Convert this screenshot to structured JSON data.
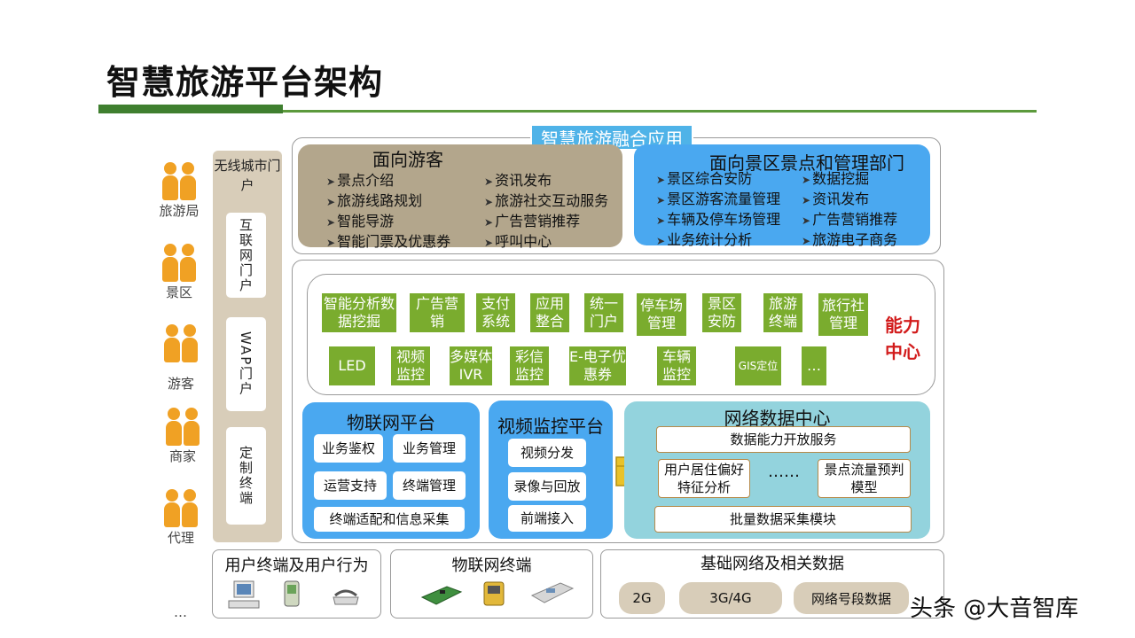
{
  "title": "智慧旅游平台架构",
  "left_roles": [
    "旅游局",
    "景区",
    "游客",
    "商家",
    "代理"
  ],
  "left_more": "…",
  "portals": {
    "title": "无线城市门户",
    "items": [
      "互联网门户",
      "WAP门户",
      "定制终端"
    ]
  },
  "fusion_app": {
    "tag": "智慧旅游融合应用",
    "tourist": {
      "title": "面向游客",
      "col1": [
        "景点介绍",
        "旅游线路规划",
        "智能导游",
        "智能门票及优惠券"
      ],
      "col2": [
        "资讯发布",
        "旅游社交互动服务",
        "广告营销推荐",
        "呼叫中心"
      ]
    },
    "scenic": {
      "title": "面向景区景点和管理部门",
      "col1": [
        "景区综合安防",
        "景区游客流量管理",
        "车辆及停车场管理",
        "业务统计分析"
      ],
      "col2": [
        "数据挖掘",
        "资讯发布",
        "广告营销推荐",
        "旅游电子商务"
      ]
    }
  },
  "capability": {
    "label": "能力中心",
    "row1": [
      "智能分析数据挖掘",
      "广告营销",
      "支付系统",
      "应用整合",
      "统一门户",
      "停车场管理",
      "景区安防",
      "旅游终端",
      "旅行社管理"
    ],
    "row2": [
      "LED",
      "视频监控",
      "多媒体IVR",
      "彩信监控",
      "E-电子优惠券",
      "车辆监控",
      "GIS定位",
      "…"
    ]
  },
  "iot_platform": {
    "title": "物联网平台",
    "items": [
      "业务鉴权",
      "业务管理",
      "运营支持",
      "终端管理",
      "终端适配和信息采集"
    ]
  },
  "video_platform": {
    "title": "视频监控平台",
    "items": [
      "视频分发",
      "录像与回放",
      "前端接入"
    ]
  },
  "network_data": {
    "title": "网络数据中心",
    "open_service": "数据能力开放服务",
    "user_model": "用户居住偏好特征分析",
    "dots": "……",
    "flow_model": "景点流量预判模型",
    "collect": "批量数据采集模块"
  },
  "bottom": {
    "user_terminal": "用户终端及用户行为",
    "iot_terminal": "物联网终端",
    "base_net": "基础网络及相关数据",
    "net_items": [
      "2G",
      "3G/4G",
      "网络号段数据"
    ]
  },
  "watermark": "头条 @大音智库",
  "colors": {
    "green_rule": "#3f7f2f",
    "person": "#f0a124",
    "tan": "#b3a68c",
    "blue": "#4aa8f0",
    "green_box": "#7aac2e",
    "teal": "#93d3dd",
    "red_label": "#d21c1c"
  }
}
